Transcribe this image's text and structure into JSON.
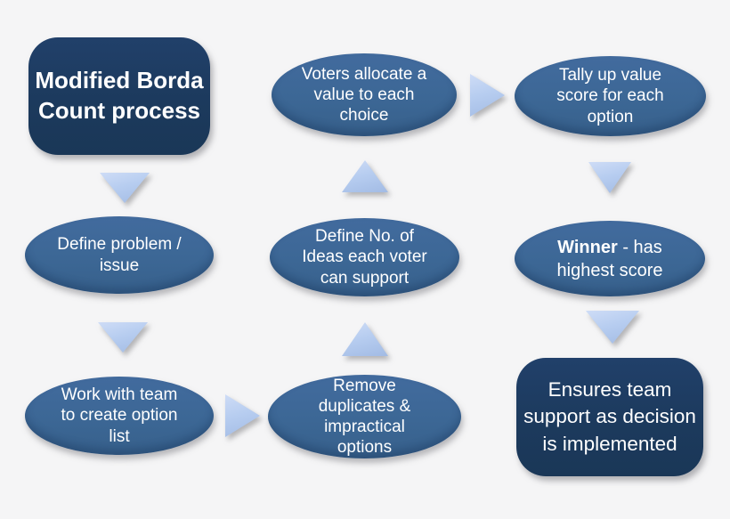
{
  "title": "Modified Borda Count process",
  "colors": {
    "background": "#f5f5f6",
    "terminal_box": "#1c3a5d",
    "step_ellipse": "#3c6795",
    "arrow": "#b7cdf0",
    "text": "#ffffff"
  },
  "nodes": {
    "start": {
      "label": "Modified Borda\nCount process"
    },
    "define_problem": {
      "label": "Define problem /\nissue"
    },
    "work_with_team": {
      "label": "Work with team\nto create option\nlist"
    },
    "remove_duplicates": {
      "label": "Remove\nduplicates &\nimpractical\noptions"
    },
    "define_ideas": {
      "label": "Define No. of\nIdeas each voter\ncan support"
    },
    "voters_allocate": {
      "label": "Voters allocate a\nvalue to each\nchoice"
    },
    "tally_scores": {
      "label": "Tally up value\nscore for each\noption"
    },
    "winner": {
      "label_bold": "Winner",
      "label_rest": " - has\nhighest score"
    },
    "outcome": {
      "label": "Ensures team\nsupport as decision\nis implemented"
    }
  },
  "arrows": [
    {
      "from": "start",
      "to": "define_problem",
      "direction": "down"
    },
    {
      "from": "define_problem",
      "to": "work_with_team",
      "direction": "down"
    },
    {
      "from": "work_with_team",
      "to": "remove_duplicates",
      "direction": "right"
    },
    {
      "from": "remove_duplicates",
      "to": "define_ideas",
      "direction": "up"
    },
    {
      "from": "define_ideas",
      "to": "voters_allocate",
      "direction": "up"
    },
    {
      "from": "voters_allocate",
      "to": "tally_scores",
      "direction": "right"
    },
    {
      "from": "tally_scores",
      "to": "winner",
      "direction": "down"
    },
    {
      "from": "winner",
      "to": "outcome",
      "direction": "down"
    }
  ]
}
